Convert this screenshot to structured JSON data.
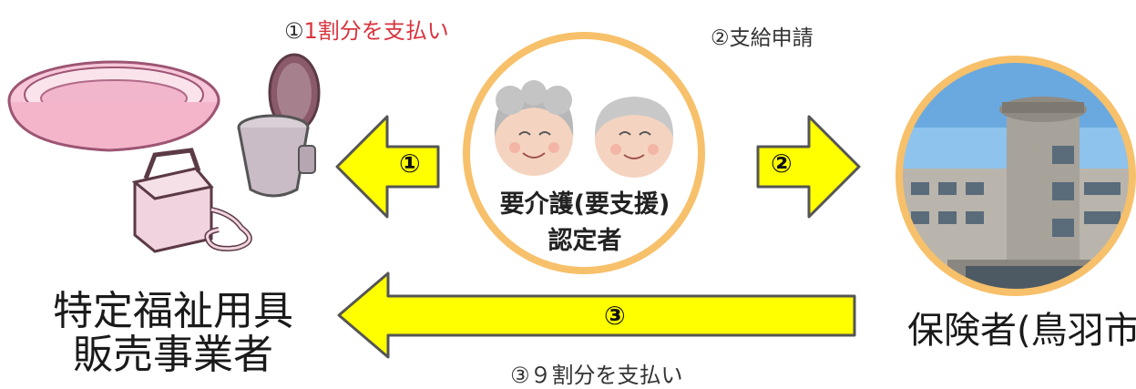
{
  "labels": {
    "step1_prefix": "①",
    "step1_text": "1割分を支払い",
    "step2": "②支給申請",
    "step3": "③９割分を支払い"
  },
  "arrows": {
    "a1": "①",
    "a2": "②",
    "a3": "③"
  },
  "person": {
    "caption_line1": "要介護(要支援)",
    "caption_line2": "認定者"
  },
  "vendor": {
    "line1": "特定福祉用具",
    "line2": "販売事業者"
  },
  "insurer": {
    "name": "保険者(鳥羽市)"
  },
  "colors": {
    "arrow_fill": "#ffff00",
    "arrow_stroke": "#555555",
    "circle_ring": "#f7c06a",
    "accent_red": "#d9343f"
  },
  "icons": [
    "tub-and-toilet-illustration-icon",
    "elderly-couple-icon",
    "city-hall-building-icon"
  ]
}
